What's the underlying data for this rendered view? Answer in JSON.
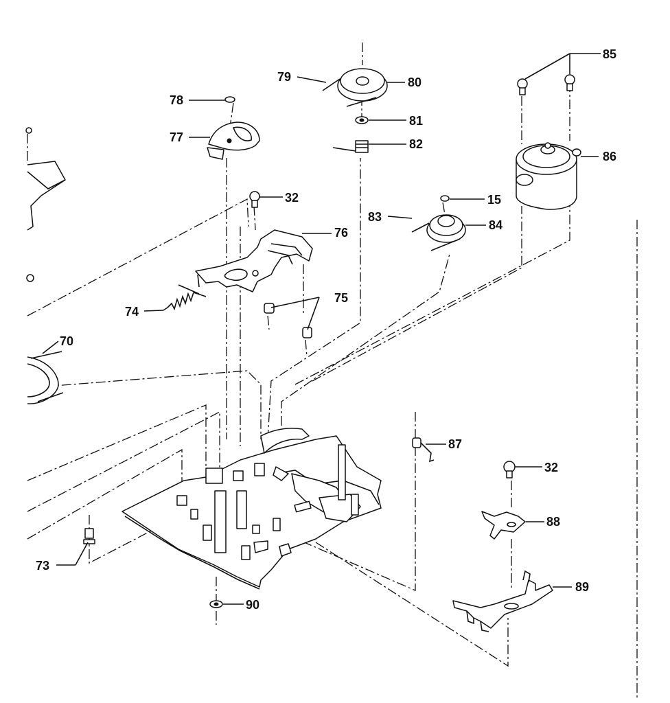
{
  "callouts": {
    "c70": "70",
    "c73": "73",
    "c74": "74",
    "c75": "75",
    "c76": "76",
    "c77": "77",
    "c78": "78",
    "c79": "79",
    "c80": "80",
    "c81": "81",
    "c82": "82",
    "c83": "83",
    "c84": "84",
    "c85": "85",
    "c86": "86",
    "c87": "87",
    "c88": "88",
    "c89": "89",
    "c90": "90",
    "c15": "15",
    "c32a": "32",
    "c32b": "32"
  }
}
